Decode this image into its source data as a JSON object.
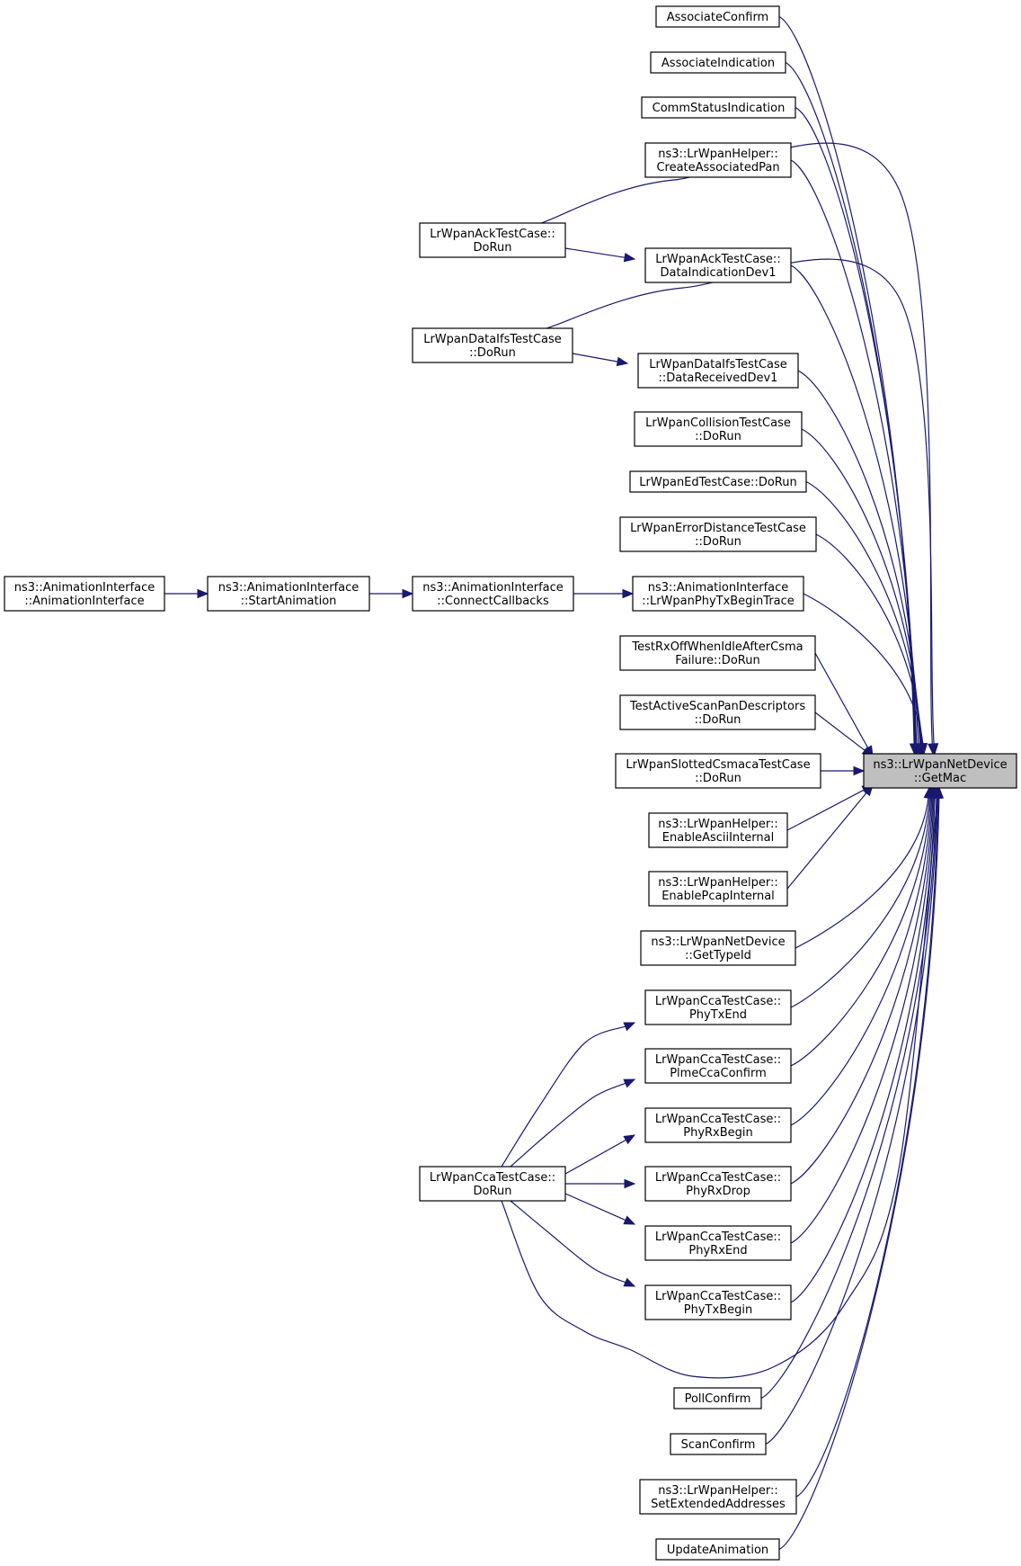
{
  "diagram": {
    "target": "getmac",
    "nodes": [
      {
        "id": "associateconfirm",
        "lines": [
          "AssociateConfirm"
        ]
      },
      {
        "id": "associateindication",
        "lines": [
          "AssociateIndication"
        ]
      },
      {
        "id": "commstatusindication",
        "lines": [
          "CommStatusIndication"
        ]
      },
      {
        "id": "createassociatedpan",
        "lines": [
          "ns3::LrWpanHelper::",
          "CreateAssociatedPan"
        ]
      },
      {
        "id": "acktestcase-dorun",
        "lines": [
          "LrWpanAckTestCase::",
          "DoRun"
        ]
      },
      {
        "id": "acktestcase-dataindicationdev1",
        "lines": [
          "LrWpanAckTestCase::",
          "DataIndicationDev1"
        ]
      },
      {
        "id": "dataifstestcase-dorun",
        "lines": [
          "LrWpanDataIfsTestCase",
          "::DoRun"
        ]
      },
      {
        "id": "dataifstestcase-datareceiveddev1",
        "lines": [
          "LrWpanDataIfsTestCase",
          "::DataReceivedDev1"
        ]
      },
      {
        "id": "collisiontestcase-dorun",
        "lines": [
          "LrWpanCollisionTestCase",
          "::DoRun"
        ]
      },
      {
        "id": "edtestcase-dorun",
        "lines": [
          "LrWpanEdTestCase::DoRun"
        ]
      },
      {
        "id": "errordistancetestcase-dorun",
        "lines": [
          "LrWpanErrorDistanceTestCase",
          "::DoRun"
        ]
      },
      {
        "id": "animationinterface-ctor",
        "lines": [
          "ns3::AnimationInterface",
          "::AnimationInterface"
        ]
      },
      {
        "id": "animationinterface-startanimation",
        "lines": [
          "ns3::AnimationInterface",
          "::StartAnimation"
        ]
      },
      {
        "id": "animationinterface-connectcallbacks",
        "lines": [
          "ns3::AnimationInterface",
          "::ConnectCallbacks"
        ]
      },
      {
        "id": "animationinterface-lrwpanphytxbegintrace",
        "lines": [
          "ns3::AnimationInterface",
          "::LrWpanPhyTxBeginTrace"
        ]
      },
      {
        "id": "testrxoffwhenidleaftercsmafailure-dorun",
        "lines": [
          "TestRxOffWhenIdleAfterCsma",
          "Failure::DoRun"
        ]
      },
      {
        "id": "testactivescanpandescriptors-dorun",
        "lines": [
          "TestActiveScanPanDescriptors",
          "::DoRun"
        ]
      },
      {
        "id": "slottedcsmacatestcase-dorun",
        "lines": [
          "LrWpanSlottedCsmacaTestCase",
          "::DoRun"
        ]
      },
      {
        "id": "getmac",
        "lines": [
          "ns3::LrWpanNetDevice",
          "::GetMac"
        ]
      },
      {
        "id": "enableasciiinternal",
        "lines": [
          "ns3::LrWpanHelper::",
          "EnableAsciiInternal"
        ]
      },
      {
        "id": "enablepcapinternal",
        "lines": [
          "ns3::LrWpanHelper::",
          "EnablePcapInternal"
        ]
      },
      {
        "id": "gettypeid",
        "lines": [
          "ns3::LrWpanNetDevice",
          "::GetTypeId"
        ]
      },
      {
        "id": "ccatestcase-phytxend",
        "lines": [
          "LrWpanCcaTestCase::",
          "PhyTxEnd"
        ]
      },
      {
        "id": "ccatestcase-plmeccaconfirm",
        "lines": [
          "LrWpanCcaTestCase::",
          "PlmeCcaConfirm"
        ]
      },
      {
        "id": "ccatestcase-phyrxbegin",
        "lines": [
          "LrWpanCcaTestCase::",
          "PhyRxBegin"
        ]
      },
      {
        "id": "ccatestcase-dorun",
        "lines": [
          "LrWpanCcaTestCase::",
          "DoRun"
        ]
      },
      {
        "id": "ccatestcase-phyrxdrop",
        "lines": [
          "LrWpanCcaTestCase::",
          "PhyRxDrop"
        ]
      },
      {
        "id": "ccatestcase-phyrxend",
        "lines": [
          "LrWpanCcaTestCase::",
          "PhyRxEnd"
        ]
      },
      {
        "id": "ccatestcase-phytxbegin",
        "lines": [
          "LrWpanCcaTestCase::",
          "PhyTxBegin"
        ]
      },
      {
        "id": "pollconfirm",
        "lines": [
          "PollConfirm"
        ]
      },
      {
        "id": "scanconfirm",
        "lines": [
          "ScanConfirm"
        ]
      },
      {
        "id": "setextendedaddresses",
        "lines": [
          "ns3::LrWpanHelper::",
          "SetExtendedAddresses"
        ]
      },
      {
        "id": "updateanimation",
        "lines": [
          "UpdateAnimation"
        ]
      }
    ],
    "edges": [
      {
        "from": "associateconfirm",
        "to": "getmac"
      },
      {
        "from": "associateindication",
        "to": "getmac"
      },
      {
        "from": "commstatusindication",
        "to": "getmac"
      },
      {
        "from": "createassociatedpan",
        "to": "getmac"
      },
      {
        "from": "acktestcase-dorun",
        "to": "getmac"
      },
      {
        "from": "acktestcase-dorun",
        "to": "acktestcase-dataindicationdev1"
      },
      {
        "from": "acktestcase-dataindicationdev1",
        "to": "getmac"
      },
      {
        "from": "dataifstestcase-dorun",
        "to": "getmac"
      },
      {
        "from": "dataifstestcase-dorun",
        "to": "dataifstestcase-datareceiveddev1"
      },
      {
        "from": "dataifstestcase-datareceiveddev1",
        "to": "getmac"
      },
      {
        "from": "collisiontestcase-dorun",
        "to": "getmac"
      },
      {
        "from": "edtestcase-dorun",
        "to": "getmac"
      },
      {
        "from": "errordistancetestcase-dorun",
        "to": "getmac"
      },
      {
        "from": "animationinterface-ctor",
        "to": "animationinterface-startanimation"
      },
      {
        "from": "animationinterface-startanimation",
        "to": "animationinterface-connectcallbacks"
      },
      {
        "from": "animationinterface-connectcallbacks",
        "to": "animationinterface-lrwpanphytxbegintrace"
      },
      {
        "from": "animationinterface-lrwpanphytxbegintrace",
        "to": "getmac"
      },
      {
        "from": "testrxoffwhenidleaftercsmafailure-dorun",
        "to": "getmac"
      },
      {
        "from": "testactivescanpandescriptors-dorun",
        "to": "getmac"
      },
      {
        "from": "slottedcsmacatestcase-dorun",
        "to": "getmac"
      },
      {
        "from": "enableasciiinternal",
        "to": "getmac"
      },
      {
        "from": "enablepcapinternal",
        "to": "getmac"
      },
      {
        "from": "gettypeid",
        "to": "getmac"
      },
      {
        "from": "ccatestcase-phytxend",
        "to": "getmac"
      },
      {
        "from": "ccatestcase-plmeccaconfirm",
        "to": "getmac"
      },
      {
        "from": "ccatestcase-phyrxbegin",
        "to": "getmac"
      },
      {
        "from": "ccatestcase-phyrxdrop",
        "to": "getmac"
      },
      {
        "from": "ccatestcase-phyrxend",
        "to": "getmac"
      },
      {
        "from": "ccatestcase-phytxbegin",
        "to": "getmac"
      },
      {
        "from": "ccatestcase-dorun",
        "to": "ccatestcase-phytxend"
      },
      {
        "from": "ccatestcase-dorun",
        "to": "ccatestcase-plmeccaconfirm"
      },
      {
        "from": "ccatestcase-dorun",
        "to": "ccatestcase-phyrxbegin"
      },
      {
        "from": "ccatestcase-dorun",
        "to": "ccatestcase-phyrxdrop"
      },
      {
        "from": "ccatestcase-dorun",
        "to": "ccatestcase-phyrxend"
      },
      {
        "from": "ccatestcase-dorun",
        "to": "ccatestcase-phytxbegin"
      },
      {
        "from": "ccatestcase-dorun",
        "to": "getmac"
      },
      {
        "from": "pollconfirm",
        "to": "getmac"
      },
      {
        "from": "scanconfirm",
        "to": "getmac"
      },
      {
        "from": "setextendedaddresses",
        "to": "getmac"
      },
      {
        "from": "updateanimation",
        "to": "getmac"
      }
    ]
  }
}
